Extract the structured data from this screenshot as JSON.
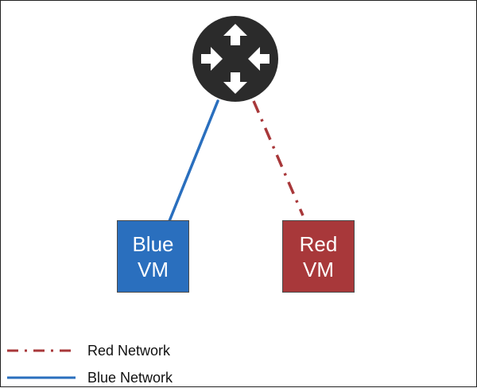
{
  "colors": {
    "blue": "#2a6fbe",
    "red": "#a8383a",
    "router": "#2b2b2b"
  },
  "router": {
    "icon": "router-icon"
  },
  "vms": [
    {
      "id": "blue",
      "line1": "Blue",
      "line2": "VM"
    },
    {
      "id": "red",
      "line1": "Red",
      "line2": "VM"
    }
  ],
  "legend": {
    "red": {
      "label": "Red Network",
      "line_style": "dash-dot"
    },
    "blue": {
      "label": "Blue Network",
      "line_style": "solid"
    }
  }
}
